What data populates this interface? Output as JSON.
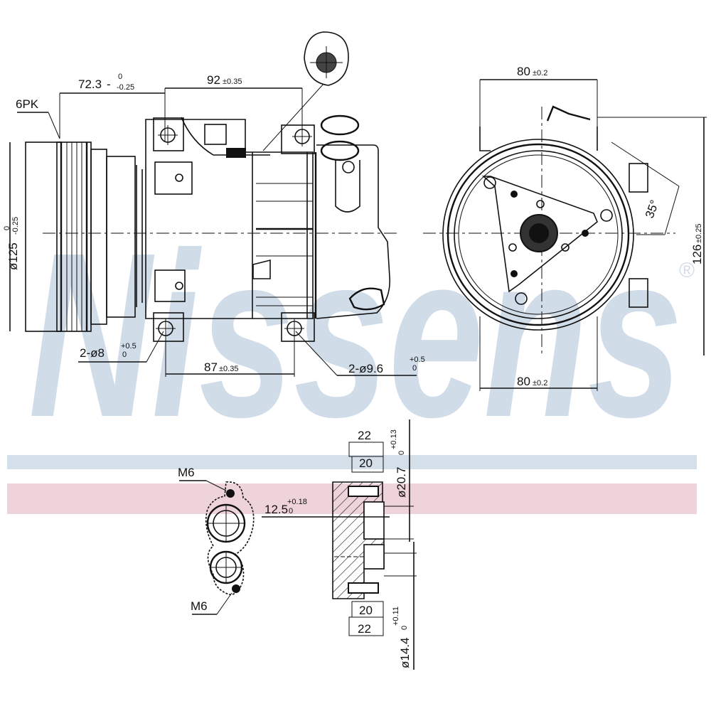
{
  "watermark": {
    "brand": "Nissens",
    "registered_mark": "®",
    "color": "#cfdbe8",
    "band_blue_color": "#d4dfe9",
    "band_red_color": "#efd3da"
  },
  "side_view": {
    "belt_label": "6PK",
    "pulley_offset": {
      "value": "72.3",
      "tol_upper": "0",
      "tol_lower": "-0.25"
    },
    "mount_spacing_top": {
      "value": "92",
      "tol": "±0.35"
    },
    "pulley_diameter": {
      "value": "ø125",
      "tol_upper": "0",
      "tol_lower": "-0.25"
    },
    "mount_spacing_bottom": {
      "value": "87",
      "tol": "±0.35"
    },
    "left_holes": {
      "value": "2-ø8",
      "tol_upper": "+0.5",
      "tol_lower": "0"
    },
    "right_holes": {
      "value": "2-ø9.6",
      "tol_upper": "+0.5",
      "tol_lower": "0"
    }
  },
  "front_view": {
    "width_top": {
      "value": "80",
      "tol": "±0.2"
    },
    "width_bottom": {
      "value": "80",
      "tol": "±0.2"
    },
    "height": {
      "value": "126",
      "tol": "±0.25"
    },
    "angle": "35°"
  },
  "port_view": {
    "thread_top": "M6",
    "thread_bottom": "M6",
    "port_offset": {
      "value": "12.5",
      "tol_upper": "+0.18",
      "tol_lower": "0"
    },
    "top_outer": "22",
    "top_inner": "20",
    "bottom_inner": "20",
    "bottom_outer": "22",
    "bore_large": {
      "value": "ø20.7",
      "tol_upper": "+0.13",
      "tol_lower": "0"
    },
    "bore_small": {
      "value": "ø14.4",
      "tol_upper": "+0.11",
      "tol_lower": "0"
    }
  }
}
